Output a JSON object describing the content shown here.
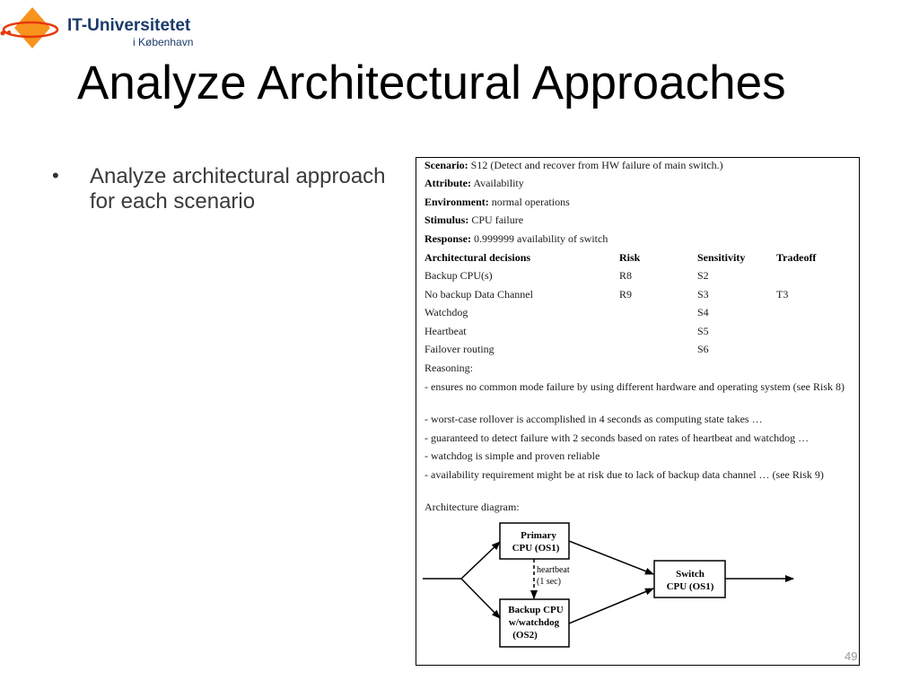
{
  "logo": {
    "name": "IT-Universitetet",
    "sub": "i København",
    "colors": {
      "orange": "#f7941d",
      "red": "#e8380d",
      "navy": "#1b3a6b"
    }
  },
  "slide": {
    "title": "Analyze Architectural Approaches",
    "bullets": [
      "Analyze architectural approach for each scenario"
    ],
    "page_number": "49"
  },
  "scenario": {
    "scenario_label": "Scenario:",
    "scenario_value": "S12 (Detect and recover from HW failure of main switch.)",
    "attribute_label": "Attribute:",
    "attribute_value": "Availability",
    "environment_label": "Environment:",
    "environment_value": "normal operations",
    "stimulus_label": "Stimulus:",
    "stimulus_value": "CPU failure",
    "response_label": "Response:",
    "response_value": "0.999999 availability of switch",
    "table_headers": [
      "Architectural decisions",
      "Risk",
      "Sensitivity",
      "Tradeoff"
    ],
    "decisions": [
      [
        "Backup CPU(s)",
        "R8",
        "S2",
        ""
      ],
      [
        "No backup Data Channel",
        "R9",
        "S3",
        "T3"
      ],
      [
        "Watchdog",
        "",
        "S4",
        ""
      ],
      [
        "Heartbeat",
        "",
        "S5",
        ""
      ],
      [
        "Failover routing",
        "",
        "S6",
        ""
      ]
    ],
    "reasoning_label": "Reasoning:",
    "reasoning": [
      "- ensures no common mode failure by using different hardware and operating system (see Risk 8)",
      "- worst-case rollover is accomplished in 4 seconds as computing state takes …",
      "- guaranteed to detect failure with 2 seconds based on rates of heartbeat and watchdog …",
      "- watchdog is simple and proven reliable",
      "- availability requirement might be at risk due to lack of backup data channel … (see Risk 9)"
    ],
    "diagram_label": "Architecture diagram:"
  },
  "diagram": {
    "primary": [
      "Primary",
      "CPU (OS1)"
    ],
    "backup": [
      "Backup CPU",
      "w/watchdog",
      "(OS2)"
    ],
    "switch": [
      "Switch",
      "CPU (OS1)"
    ],
    "heartbeat": [
      "heartbeat",
      "(1 sec)"
    ]
  }
}
